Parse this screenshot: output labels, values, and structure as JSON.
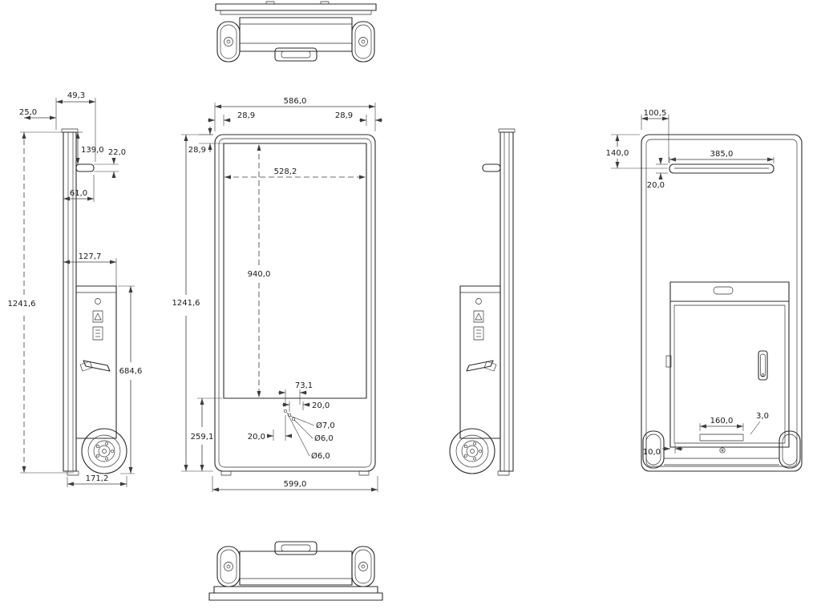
{
  "colors": {
    "bg": "#ffffff",
    "line": "#2b2b2b",
    "dim": "#3c3c3c",
    "text": "#1a1a1a"
  },
  "views": {
    "left_side": {
      "dims": {
        "depth_with_handle": "49,3",
        "panel_offset": "25,0",
        "handle_from_top": "139,0",
        "handle_height": "22,0",
        "handle_depth": "61,0",
        "body_depth": "127,7",
        "total_height": "1241,6",
        "body_height": "684,6",
        "base_depth": "171,2"
      }
    },
    "front": {
      "dims": {
        "overall_width": "586,0",
        "margin_left": "28,9",
        "margin_right": "28,9",
        "margin_top": "28,9",
        "screen_width": "528,2",
        "screen_height": "940,0",
        "total_height": "1241,6",
        "hole_group_span": "73,1",
        "hole_pitch_a": "20,0",
        "hole_pitch_b": "20,0",
        "hole_dia_1": "Ø7,0",
        "hole_dia_2": "Ø6,0",
        "hole_dia_3": "Ø6,0",
        "lower_panel_height": "259,1",
        "base_width": "599,0"
      }
    },
    "back": {
      "dims": {
        "handle_side_offset": "100,5",
        "handle_from_top": "140,0",
        "handle_width": "385,0",
        "handle_bar_height": "20,0",
        "bracket_width": "160,0",
        "door_gap": "3,0",
        "door_margin": "10,0"
      }
    }
  }
}
